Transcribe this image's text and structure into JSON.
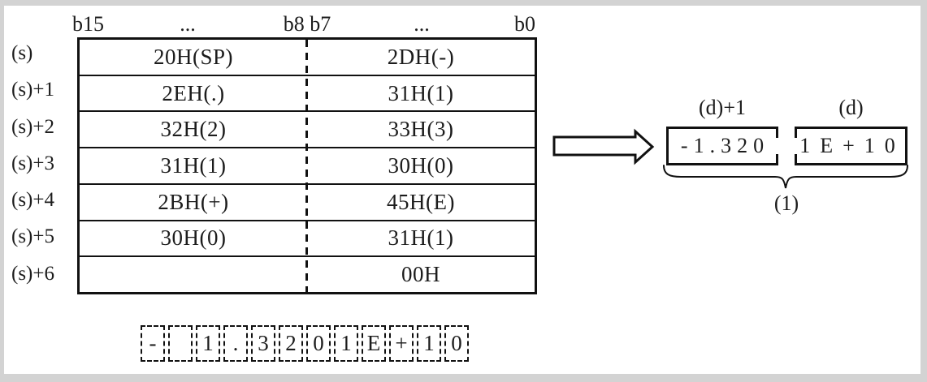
{
  "bit_header": {
    "b15": "b15",
    "dots_left": "...",
    "b8_b7": "b8 b7",
    "dots_right": "...",
    "b0": "b0"
  },
  "ascii_table": {
    "rows": [
      {
        "label": "(s)",
        "high_byte": "20H(SP)",
        "low_byte": "2DH(-)"
      },
      {
        "label": "(s)+1",
        "high_byte": "2EH(.)",
        "low_byte": "31H(1)"
      },
      {
        "label": "(s)+2",
        "high_byte": "32H(2)",
        "low_byte": "33H(3)"
      },
      {
        "label": "(s)+3",
        "high_byte": "31H(1)",
        "low_byte": "30H(0)"
      },
      {
        "label": "(s)+4",
        "high_byte": "2BH(+)",
        "low_byte": "45H(E)"
      },
      {
        "label": "(s)+5",
        "high_byte": "30H(0)",
        "low_byte": "31H(1)"
      },
      {
        "label": "(s)+6",
        "high_byte": "",
        "low_byte": "00H"
      }
    ]
  },
  "char_boxes": [
    "-",
    "",
    "1",
    ".",
    "3",
    "2",
    "0",
    "1",
    "E",
    "+",
    "1",
    "0"
  ],
  "result": {
    "d_plus1_label": "(d)+1",
    "d_label": "(d)",
    "d_plus1_value": "-1.320",
    "d_value": "1E+10",
    "group_label": "(1)"
  },
  "colors": {
    "line": "#111111",
    "text": "#1c1c1c",
    "frame": "#d3d3d3",
    "background": "#ffffff"
  }
}
